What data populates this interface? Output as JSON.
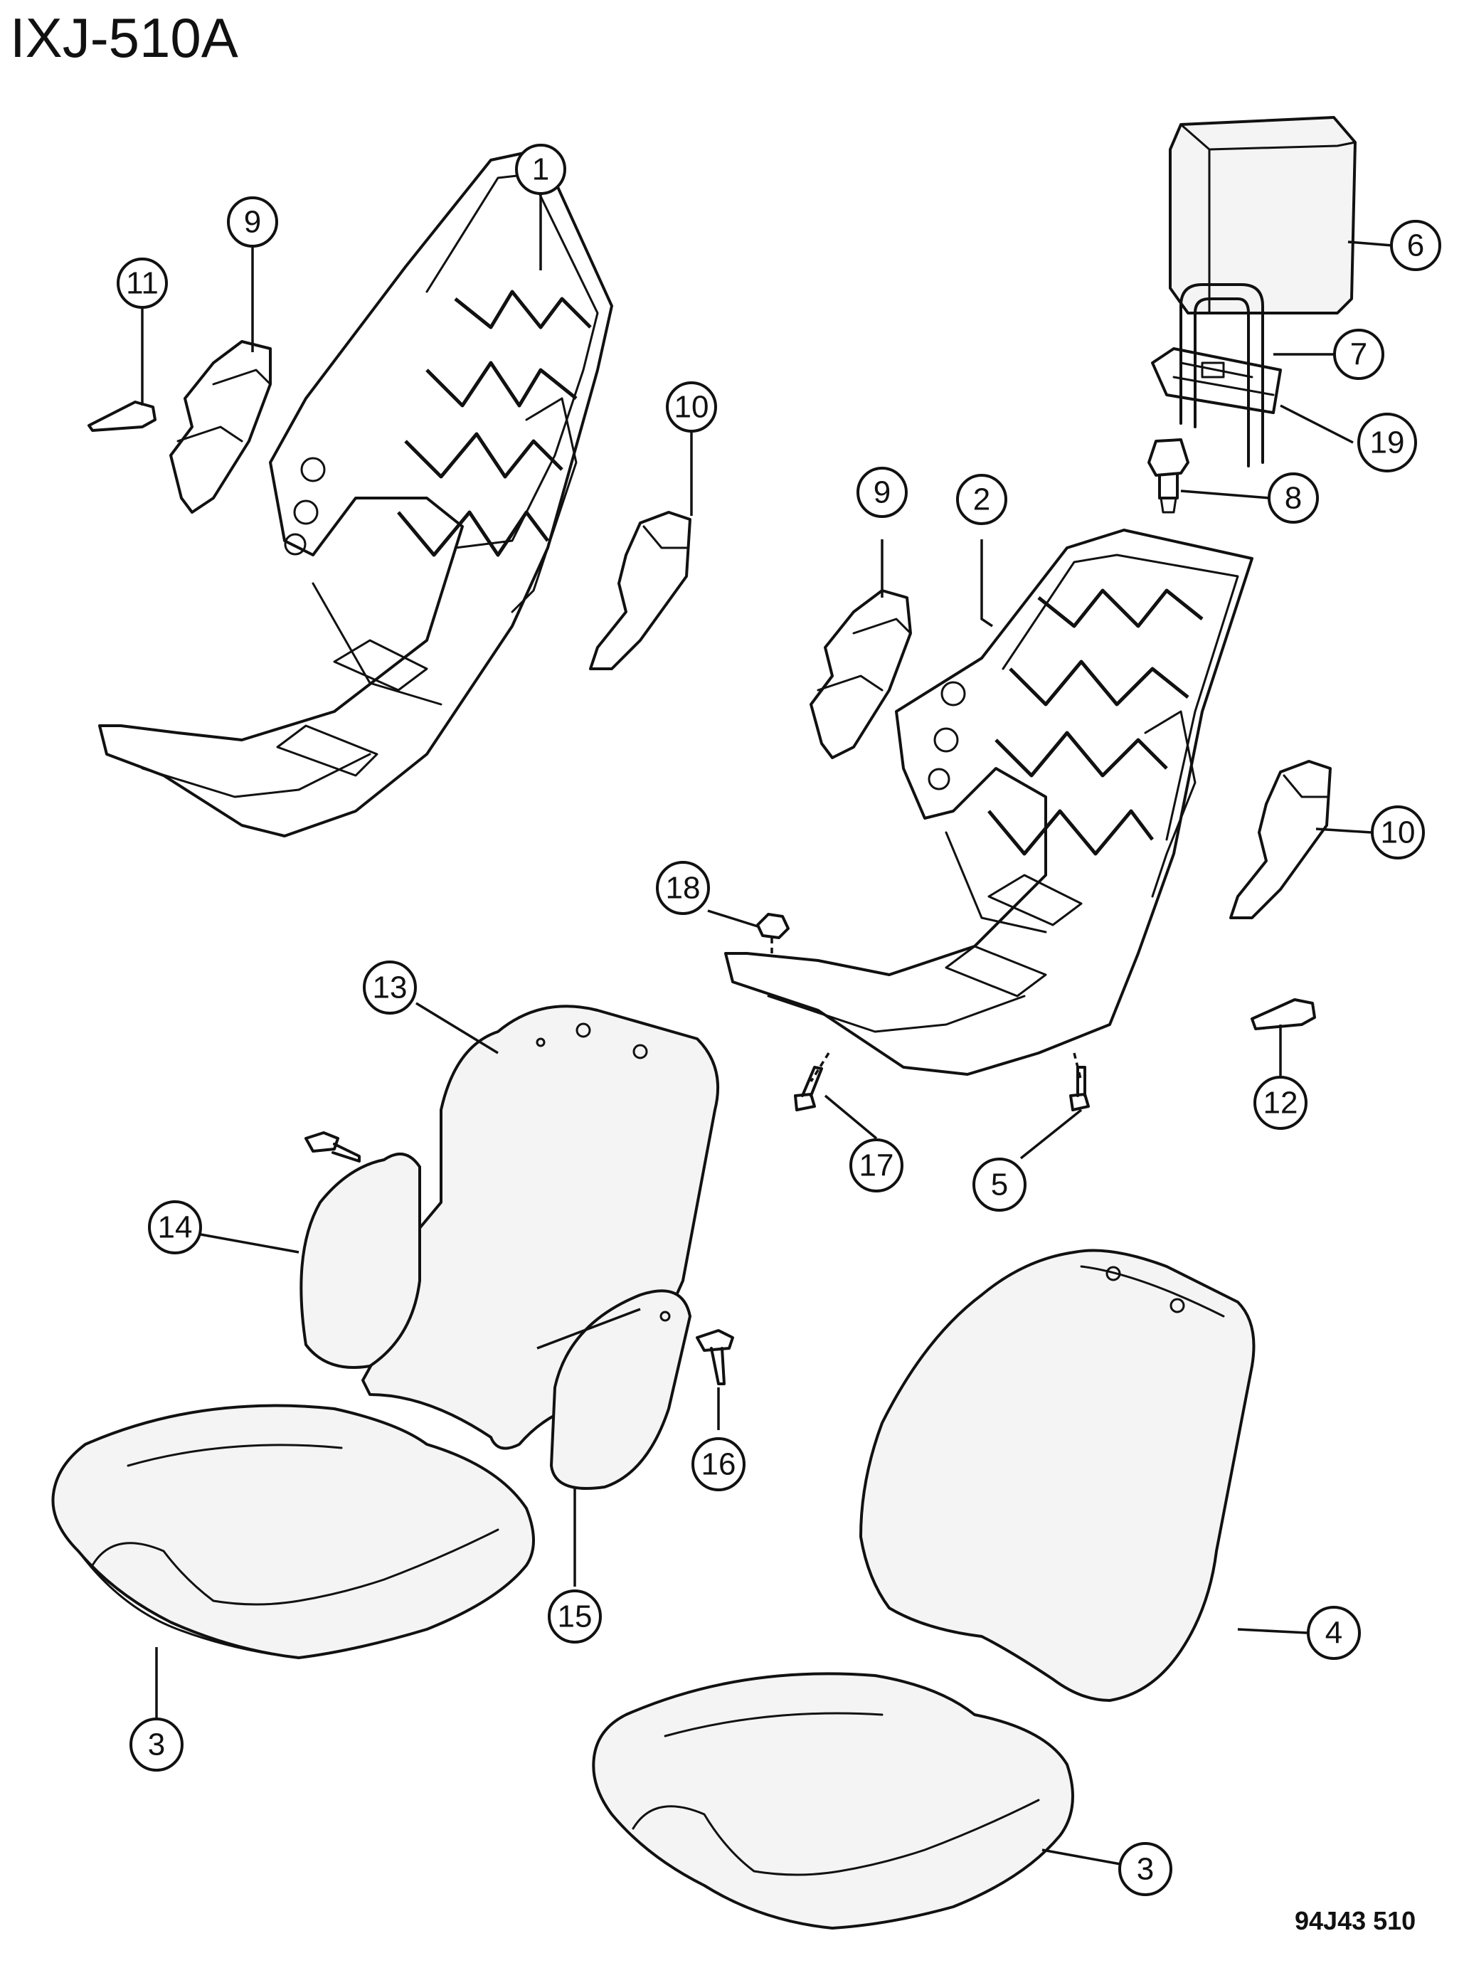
{
  "diagram_title": "IXJ-510A",
  "drawing_code": "94J43 510",
  "callouts": [
    {
      "id": "c1",
      "label": "1"
    },
    {
      "id": "c9a",
      "label": "9"
    },
    {
      "id": "c11",
      "label": "11"
    },
    {
      "id": "c10a",
      "label": "10"
    },
    {
      "id": "c6",
      "label": "6"
    },
    {
      "id": "c7",
      "label": "7"
    },
    {
      "id": "c19",
      "label": "19"
    },
    {
      "id": "c8",
      "label": "8"
    },
    {
      "id": "c9b",
      "label": "9"
    },
    {
      "id": "c2",
      "label": "2"
    },
    {
      "id": "c10b",
      "label": "10"
    },
    {
      "id": "c18",
      "label": "18"
    },
    {
      "id": "c13",
      "label": "13"
    },
    {
      "id": "c12",
      "label": "12"
    },
    {
      "id": "c17",
      "label": "17"
    },
    {
      "id": "c5",
      "label": "5"
    },
    {
      "id": "c14",
      "label": "14"
    },
    {
      "id": "c16",
      "label": "16"
    },
    {
      "id": "c15",
      "label": "15"
    },
    {
      "id": "c4",
      "label": "4"
    },
    {
      "id": "c3a",
      "label": "3"
    },
    {
      "id": "c3b",
      "label": "3"
    }
  ]
}
